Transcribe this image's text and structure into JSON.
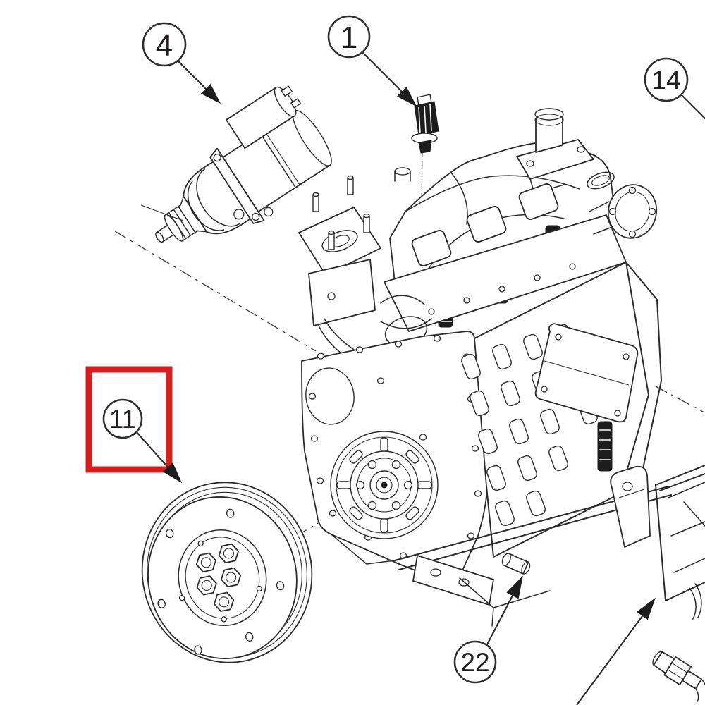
{
  "diagram_type": "exploded-parts-diagram",
  "background_color": "#ffffff",
  "line_color": "#2b2b2b",
  "highlight": {
    "color": "#d91c1c",
    "shape": "rectangle",
    "target_callout": "11"
  },
  "callouts": {
    "c1": {
      "label": "1"
    },
    "c4": {
      "label": "4"
    },
    "c11": {
      "label": "11"
    },
    "c14": {
      "label": "14"
    },
    "c22": {
      "label": "22"
    }
  },
  "parts": {
    "p1": "temperature-sensor",
    "p4": "starter-motor",
    "p11": "flywheel-damper-pulley",
    "p14": "off-screen-right-part",
    "p22": "oil-drain-fitting",
    "engine": "engine-long-block-assembly",
    "ecu": "ecu-with-mounting-bracket",
    "corner_sensor": "speed-sensor-fitting"
  }
}
